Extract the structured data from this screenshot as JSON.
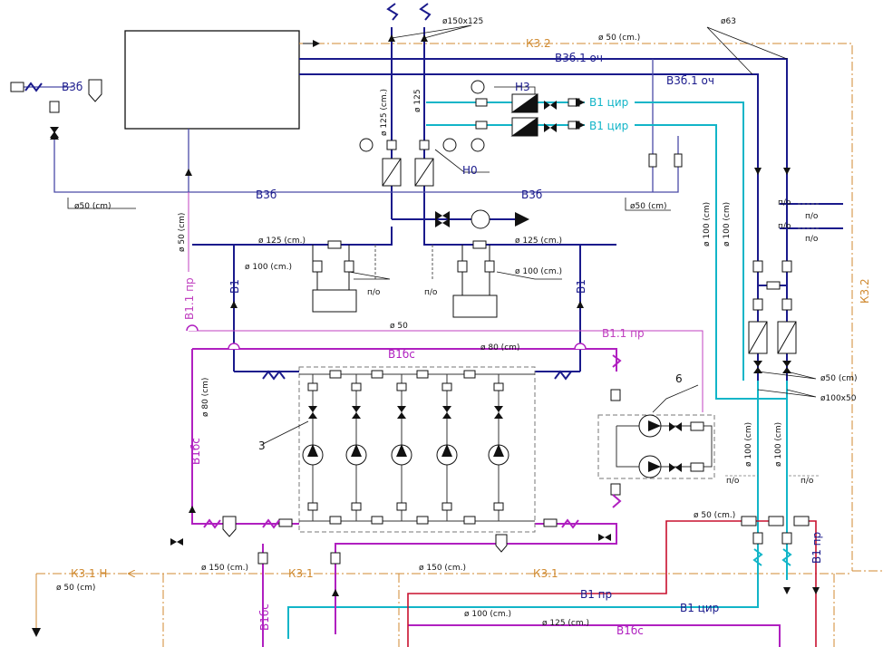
{
  "colors": {
    "water_cold": "#1a1a8c",
    "circulation": "#12b5c8",
    "return_line": "#b020c0",
    "hot": "#c8102e",
    "sewer": "#d08a30",
    "fire": "#c040c0",
    "outline": "#111111"
  },
  "labels": {
    "d150x125": "ø150x125",
    "k32_top": "К3.2",
    "d50_cm_top": "ø 50 (cm.)",
    "d63": "ø63",
    "b36_left": "В3б",
    "b361_och_a": "В3б.1 оч",
    "b361_och_b": "В3б.1 оч",
    "h3": "Н3",
    "b1_cir_a": "В1 цир",
    "b1_cir_b": "В1 цир",
    "d125_v1": "ø 125 (cm.)",
    "d125_v2": "ø 125",
    "h0": "Н0",
    "b36_mid": "В3б",
    "b36_right": "В3б",
    "d50_cm_left": "ø50 (cm)",
    "d50_cm_right": "ø50 (cm)",
    "d50_v": "ø 50 (cm)",
    "d125_cm_a": "ø 125 (cm.)",
    "d125_cm_b": "ø 125 (cm.)",
    "d100_cm_a": "ø 100 (cm.)",
    "d100_cm_b": "ø 100 (cm.)",
    "po_1": "п/о",
    "po_2": "п/о",
    "po_3": "п/о",
    "po_4": "п/о",
    "po_5": "п/о",
    "po_6": "п/о",
    "b1_left": "В1",
    "b1_right": "В1",
    "b11_pr_left": "В1.1 пр",
    "b11_pr_right": "В1.1 пр",
    "d50_mid": "ø 50",
    "d100_cm_v1": "ø 100 (cm)",
    "d100_cm_v2": "ø 100 (cm)",
    "k32_right": "К3.2",
    "b1bc_top": "В1бс",
    "d80_cm_h": "ø 80 (cm)",
    "d80_cm_v": "ø 80 (cm)",
    "b1bc_v": "В1бс",
    "num_3": "3",
    "num_6": "6",
    "d50_cm_r1": "ø50 (cm)",
    "d100x50": "ø100x50",
    "d100_cm_v3": "ø 100 (cm)",
    "d100_cm_v4": "ø 100 (cm)",
    "po_7": "п/о",
    "po_8": "п/о",
    "d50_cm_bottom": "ø 50 (cm.)",
    "b1_pr_v": "В1 пр",
    "k31_h": "К3.1 Н",
    "d50_cm_k31": "ø 50 (cm)",
    "d150_cm_a": "ø 150 (cm.)",
    "k31_a": "К3.1",
    "d150_cm_b": "ø 150 (cm.)",
    "k31_b": "К3.1",
    "b1bc_v2": "В1бс",
    "b1_pr_h": "В1 пр",
    "b1_cir_c": "В1 цир",
    "d100_cm_h": "ø 100 (cm.)",
    "d125_cm_c": "ø 125 (cm.)",
    "b1bc_bottom": "В1бс"
  }
}
